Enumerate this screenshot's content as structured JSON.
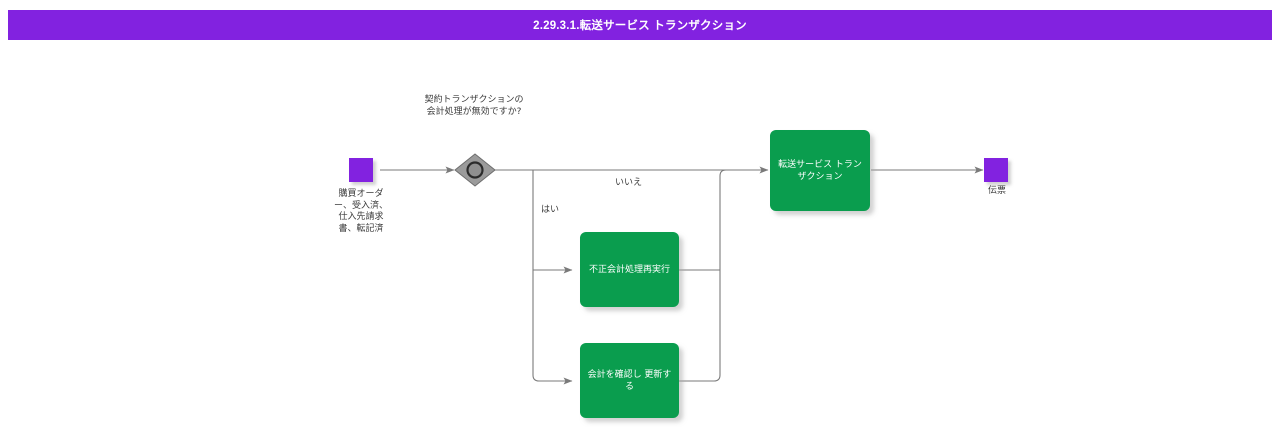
{
  "header": {
    "title": "2.29.3.1.転送サービス トランザクション",
    "background_color": "#8222e0",
    "text_color": "#ffffff"
  },
  "colors": {
    "accent_purple": "#8222e0",
    "process_green": "#0a9d4e",
    "decision_gray": "#999999",
    "connector_gray": "#7a7a7a",
    "text_gray": "#3a3a3a",
    "canvas": "#ffffff"
  },
  "diagram": {
    "type": "flowchart",
    "nodes": [
      {
        "id": "start",
        "kind": "terminal",
        "shape": "square",
        "color": "#8222e0",
        "caption": "購買オーダー、受入済、仕入先請求書、転記済"
      },
      {
        "id": "decision",
        "kind": "decision",
        "shape": "diamond-with-circle",
        "color": "#999999",
        "caption": "契約トランザクションの会計処理が無効ですか?"
      },
      {
        "id": "rerun-invalid-accounting",
        "kind": "process",
        "shape": "rounded-rect",
        "color": "#0a9d4e",
        "label": "不正会計処理再実行"
      },
      {
        "id": "verify-update-accounting",
        "kind": "process",
        "shape": "rounded-rect",
        "color": "#0a9d4e",
        "label": "会計を確認し 更新する"
      },
      {
        "id": "transfer-service-transaction",
        "kind": "process",
        "shape": "rounded-rect",
        "color": "#0a9d4e",
        "label": "転送サービス トランザクション"
      },
      {
        "id": "end",
        "kind": "terminal",
        "shape": "square",
        "color": "#8222e0",
        "caption": "伝票"
      }
    ],
    "edge_labels": {
      "no": "いいえ",
      "yes": "はい"
    },
    "edges": [
      {
        "from": "start",
        "to": "decision",
        "label": ""
      },
      {
        "from": "decision",
        "to": "transfer-service-transaction",
        "label": "いいえ"
      },
      {
        "from": "decision",
        "to": "rerun-invalid-accounting",
        "label": "はい"
      },
      {
        "from": "decision",
        "to": "verify-update-accounting",
        "label": "はい"
      },
      {
        "from": "rerun-invalid-accounting",
        "to": "transfer-service-transaction",
        "label": ""
      },
      {
        "from": "verify-update-accounting",
        "to": "transfer-service-transaction",
        "label": ""
      },
      {
        "from": "transfer-service-transaction",
        "to": "end",
        "label": ""
      }
    ]
  }
}
